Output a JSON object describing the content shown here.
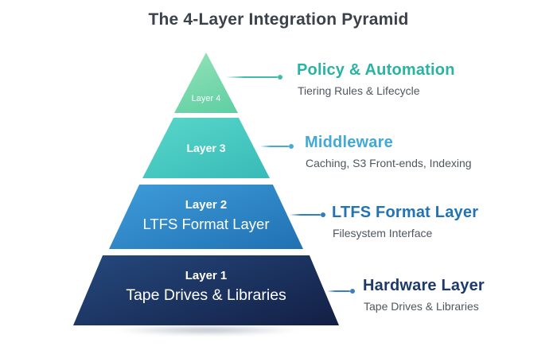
{
  "title": "The 4-Layer Integration Pyramid",
  "colors": {
    "background": "#ffffff",
    "title_text": "#3b4249",
    "layer_text": "#ffffff",
    "subtitle_text": "#4e5761"
  },
  "pyramid": {
    "layers": [
      {
        "label": "Layer 4",
        "sublabel": "",
        "color_top": "#95e3b8",
        "color_bottom": "#5ecea3"
      },
      {
        "label": "Layer 3",
        "sublabel": "",
        "color_top": "#58d7ca",
        "color_bottom": "#38bab7"
      },
      {
        "label": "Layer 2",
        "sublabel": "LTFS Format Layer",
        "color_top": "#3f9cda",
        "color_bottom": "#2071b2"
      },
      {
        "label": "Layer 1",
        "sublabel": "Tape Drives & Libraries",
        "color_top": "#25497e",
        "color_bottom": "#131f45"
      }
    ]
  },
  "annotations": [
    {
      "title": "Policy & Automation",
      "subtitle": "Tiering Rules & Lifecycle",
      "accent": "#2ab3a2",
      "line_color": "#3fbcab"
    },
    {
      "title": "Middleware",
      "subtitle": "Caching, S3 Front-ends, Indexing",
      "accent": "#41a9d3",
      "line_color": "#45aad5"
    },
    {
      "title": "LTFS Format Layer",
      "subtitle": "Filesystem Interface",
      "accent": "#2173b4",
      "line_color": "#2e7fc2"
    },
    {
      "title": "Hardware Layer",
      "subtitle": "Tape Drives & Libraries",
      "accent": "#1d3a6b",
      "line_color": "#3a80c0"
    }
  ]
}
